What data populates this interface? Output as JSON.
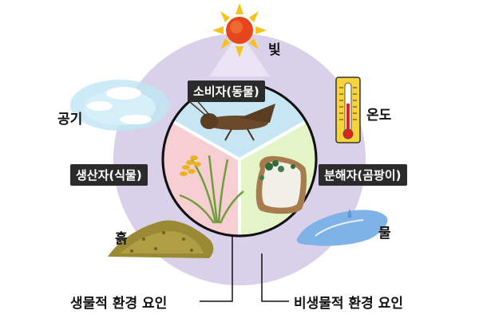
{
  "abiotic": {
    "light": "빛",
    "air": "공기",
    "temperature": "온도",
    "soil": "흙",
    "water": "물"
  },
  "biotic": {
    "consumer": "소비자(동물)",
    "producer": "생산자(식물)",
    "decomposer": "분해자(곰팡이)"
  },
  "legend": {
    "biotic_factors": "생물적 환경 요인",
    "abiotic_factors": "비생물적 환경 요인"
  },
  "colors": {
    "outer_ring": "#d9d0ea",
    "consumer_sector": "#c6e6f4",
    "producer_sector": "#f7cfd3",
    "decomposer_sector": "#e3f4c7",
    "label_box": "#2b2b2b"
  },
  "icons": [
    "sun-icon",
    "cloud-icon",
    "thermometer-icon",
    "soil-icon",
    "water-puddle-icon",
    "grasshopper-icon",
    "rice-plant-icon",
    "moldy-bread-icon"
  ]
}
